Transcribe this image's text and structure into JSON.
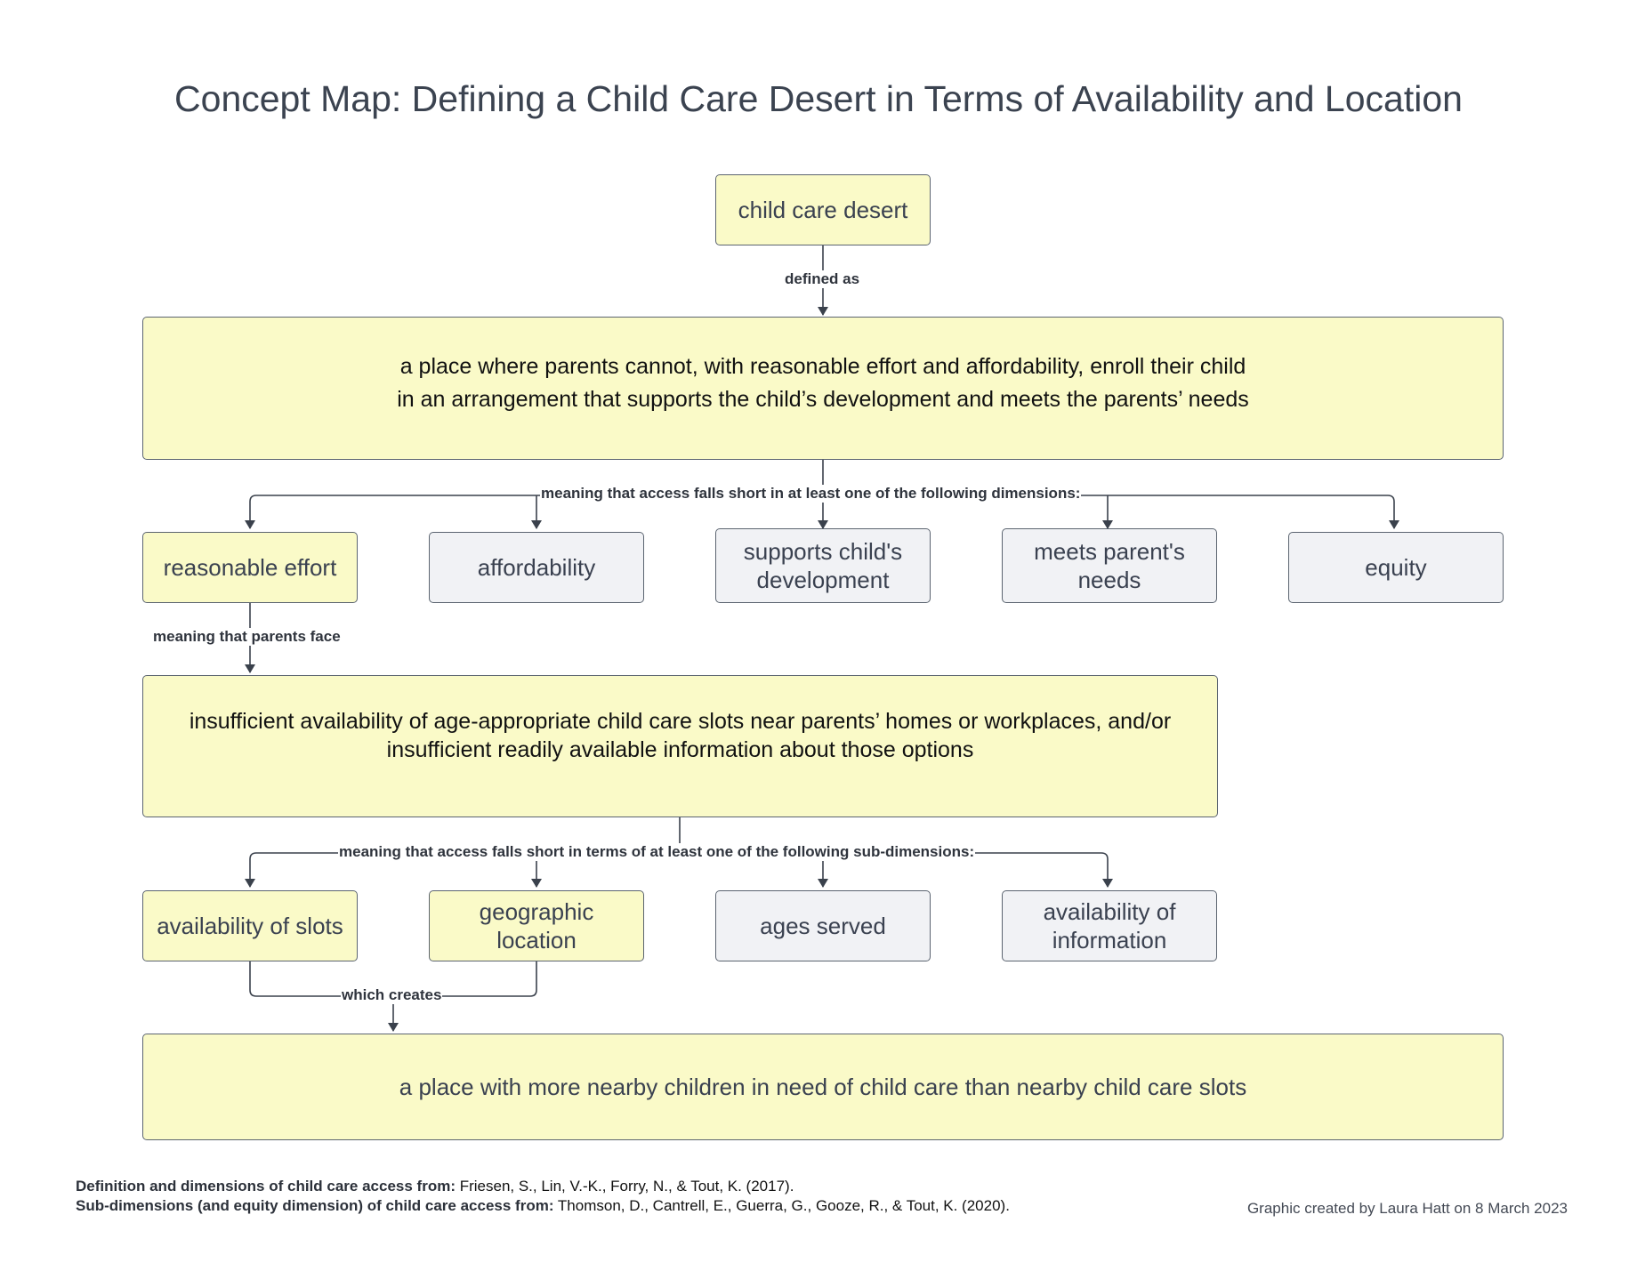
{
  "title": "Concept Map: Defining a Child Care Desert in Terms of Availability and Location",
  "nodes": {
    "child_care_desert": "child care desert",
    "definition": "a place where parents cannot, with reasonable effort and affordability, enroll their child in an arrangement that supports the child’s development and meets the parents’ needs",
    "reasonable_effort": "reasonable effort",
    "affordability": "affordability",
    "supports_development": "supports child's development",
    "meets_needs": "meets parent's needs",
    "equity": "equity",
    "insufficient": "insufficient availability of age-appropriate child care slots near parents’ homes or workplaces, and/or insufficient readily available information about those options",
    "availability_of_slots": "availability of slots",
    "geographic_location": "geographic location",
    "ages_served": "ages served",
    "availability_of_information": "availability of information",
    "outcome": "a place with more nearby children in need of child care than nearby child care slots"
  },
  "links": {
    "defined_as": "defined as",
    "dimensions": "meaning that access falls short in at least one of the following dimensions:",
    "parents_face": "meaning that parents face",
    "sub_dimensions": "meaning that access falls short in terms of at least one of the following sub-dimensions:",
    "which_creates": "which creates"
  },
  "citations": [
    {
      "label": "Definition and dimensions of child care access from:",
      "text": " Friesen, S., Lin, V.-K., Forry, N., & Tout, K. (2017)."
    },
    {
      "label": "Sub-dimensions (and equity dimension) of child care access from:",
      "text": " Thomson, D., Cantrell, E., Guerra, G., Gooze, R., & Tout, K. (2020)."
    }
  ],
  "credit": "Graphic created by Laura Hatt on 8 March 2023",
  "colors": {
    "highlight": "#fafac8",
    "neutral": "#f1f2f5",
    "line": "#3a414c"
  }
}
